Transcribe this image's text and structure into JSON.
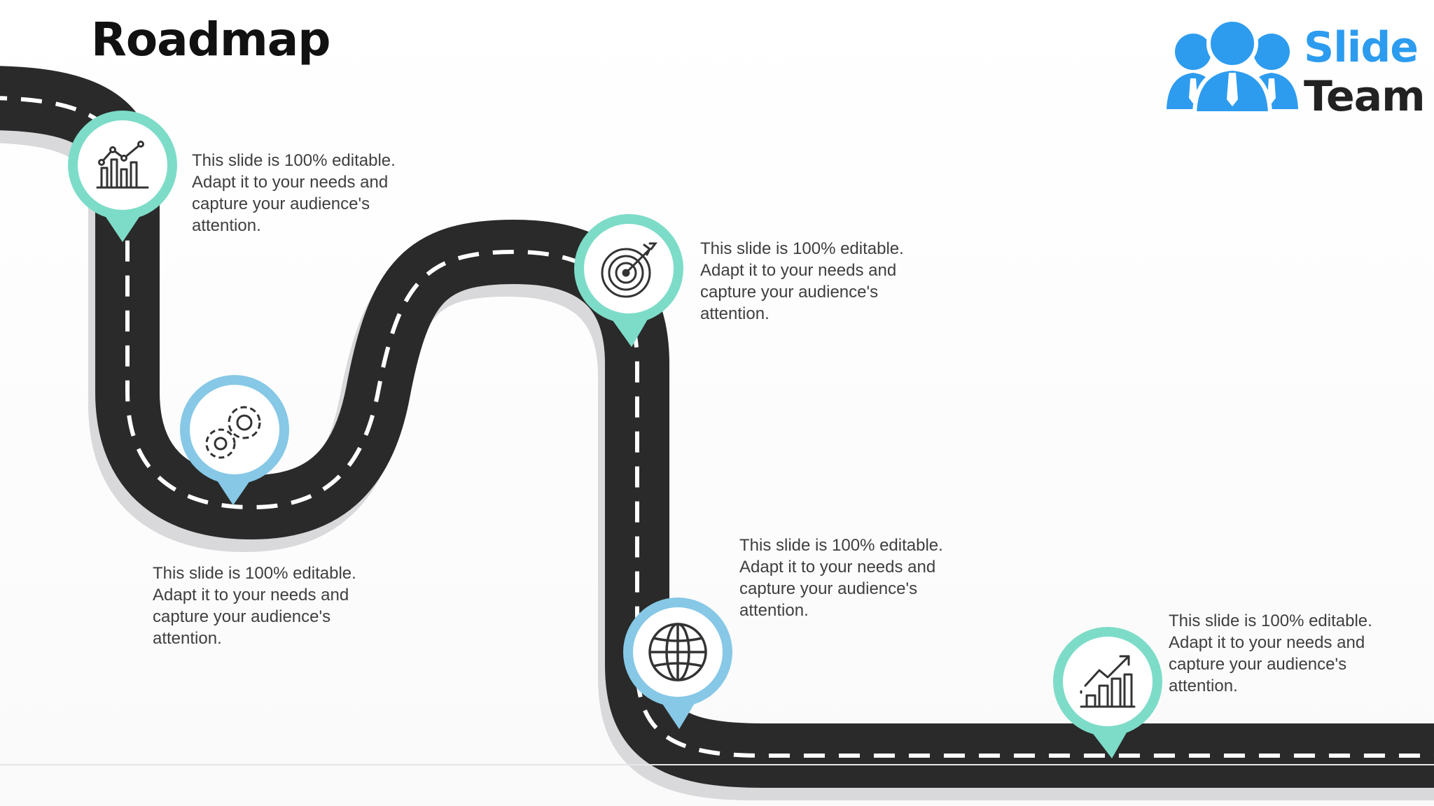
{
  "slide": {
    "title": "Roadmap"
  },
  "logo": {
    "word1": "Slide",
    "word2": "Team",
    "word1_color": "#2d9cef",
    "word2_color": "#222222"
  },
  "colors": {
    "road": "#2a2a2a",
    "road_shadow": "#d9d9dc",
    "dash": "#ffffff",
    "teal": "#7ddcc8",
    "blue": "#86c8e6",
    "icon_stroke": "#333333"
  },
  "milestones": [
    {
      "icon": "chart-analytics-icon",
      "accent": "teal",
      "text": "This slide is 100% editable. Adapt it to your needs and capture your audience's attention."
    },
    {
      "icon": "gears-icon",
      "accent": "blue",
      "text": "This slide is 100% editable. Adapt it to your needs and capture your audience's attention."
    },
    {
      "icon": "target-icon",
      "accent": "teal",
      "text": "This slide is 100% editable. Adapt it to your needs and capture your audience's attention."
    },
    {
      "icon": "globe-icon",
      "accent": "blue",
      "text": "This slide is 100% editable. Adapt it to your needs and capture your audience's attention."
    },
    {
      "icon": "growth-chart-icon",
      "accent": "teal",
      "text": "This slide is 100% editable. Adapt it to your needs and capture your audience's attention."
    }
  ]
}
